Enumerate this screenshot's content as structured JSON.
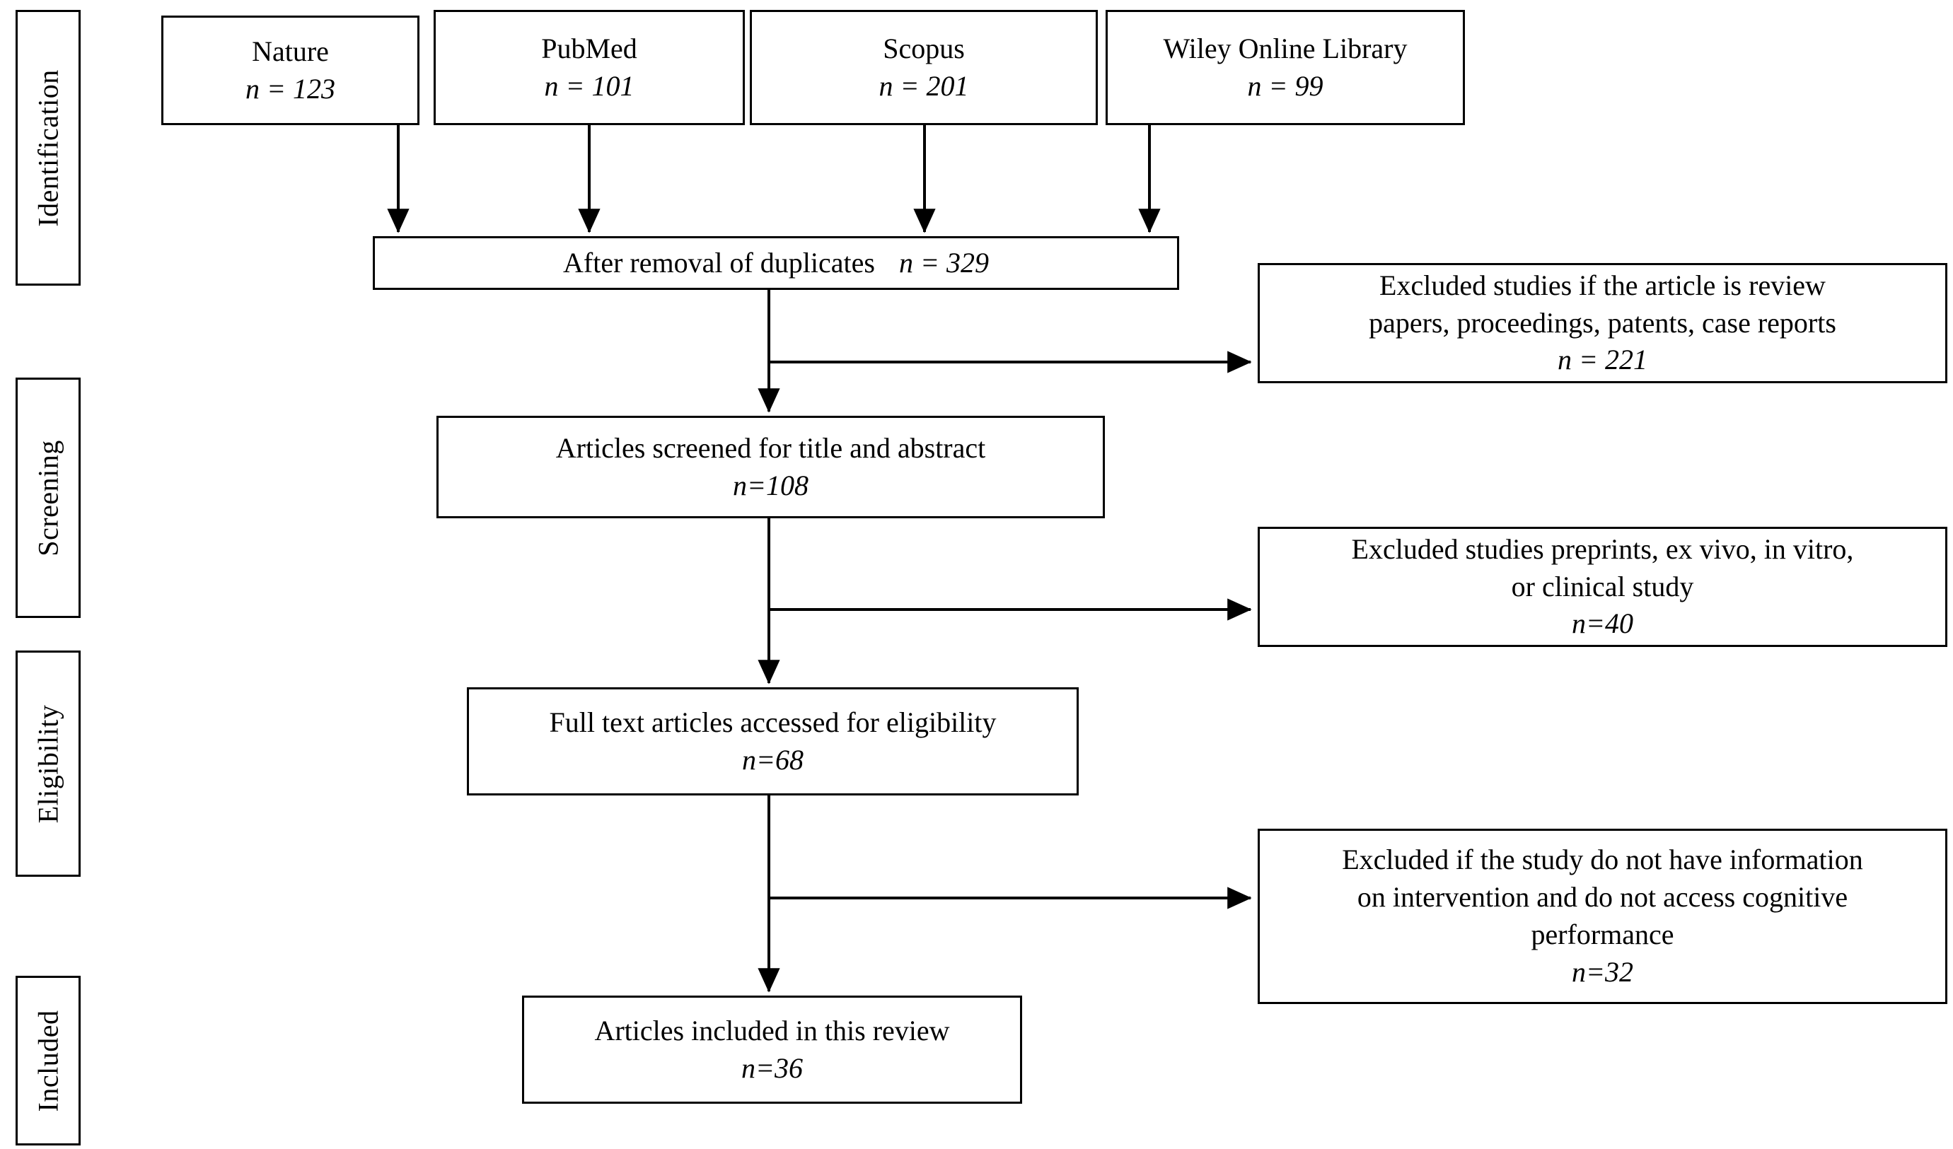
{
  "diagram": {
    "title": "PRISMA study selection flow diagram",
    "line_color": "#000000",
    "box_fill": "#ffffff"
  },
  "stages": [
    {
      "id": "identification",
      "label": "Identification"
    },
    {
      "id": "screening",
      "label": "Screening"
    },
    {
      "id": "eligibility",
      "label": "Eligibility"
    },
    {
      "id": "included",
      "label": "Included"
    }
  ],
  "sources": [
    {
      "id": "nature",
      "name": "Nature",
      "count_label": "n = 123",
      "n": 123
    },
    {
      "id": "pubmed",
      "name": "PubMed",
      "count_label": "n = 101",
      "n": 101
    },
    {
      "id": "scopus",
      "name": "Scopus",
      "count_label": "n = 201",
      "n": 201
    },
    {
      "id": "wiley",
      "name": "Wiley Online Library",
      "count_label": "n = 99",
      "n": 99
    }
  ],
  "flow": {
    "duplicates": {
      "text": "After removal of duplicates",
      "count_label": "n = 329",
      "n": 329
    },
    "screened": {
      "text": "Articles screened for title and abstract",
      "count_label": "n=108",
      "n": 108
    },
    "fulltext": {
      "text": "Full text articles accessed for eligibility",
      "count_label": "n=68",
      "n": 68
    },
    "included": {
      "text": "Articles included in this review",
      "count_label": "n=36",
      "n": 36
    }
  },
  "exclusions": [
    {
      "id": "review-papers",
      "line1": "Excluded studies if the article is review",
      "line2": "papers, proceedings, patents, case reports",
      "count_label": "n = 221",
      "n": 221
    },
    {
      "id": "preprints",
      "line1": "Excluded studies preprints, ex vivo, in vitro,",
      "line2": "or clinical study",
      "count_label": "n=40",
      "n": 40
    },
    {
      "id": "no-cognitive-info",
      "line1": "Excluded if the study do not have information",
      "line2": "on intervention and do not access cognitive",
      "line3": "performance",
      "count_label": "n=32",
      "n": 32
    }
  ]
}
